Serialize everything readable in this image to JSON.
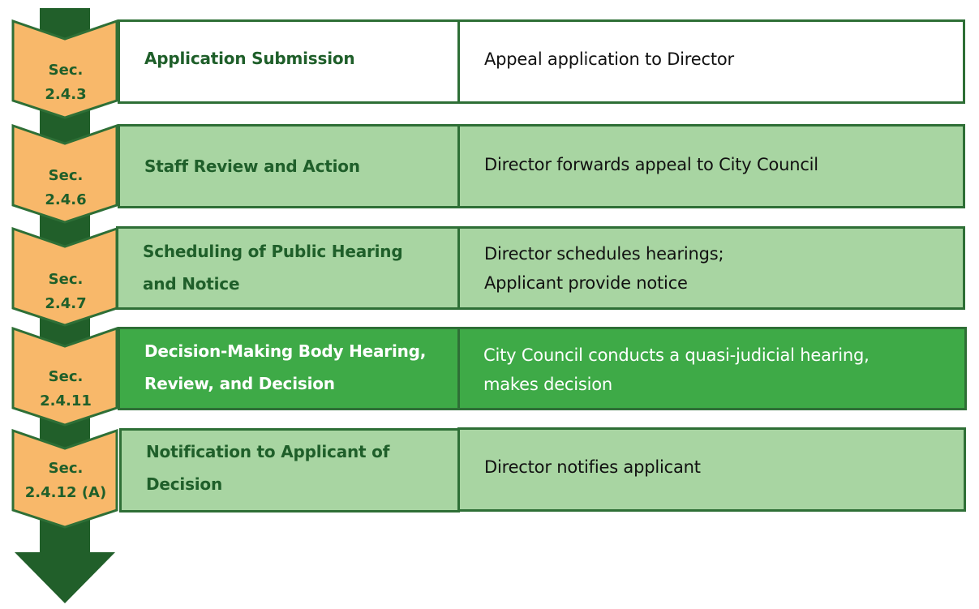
{
  "colors": {
    "chevron_fill": "#f8b86a",
    "chevron_border": "#2e6f36",
    "spine": "#215f2a",
    "box_border": "#2e6f36",
    "light_green": "#a8d5a2",
    "dark_green": "#3eaa47",
    "white": "#ffffff",
    "step_text": "#1f5f2a",
    "desc_text": "#111111"
  },
  "steps": [
    {
      "sec_line1": "Sec.",
      "sec_line2": "2.4.3",
      "title_line1": "Application Submission",
      "title_line2": "",
      "desc_line1": "Appeal application to Director",
      "desc_line2": "",
      "style": "white"
    },
    {
      "sec_line1": "Sec.",
      "sec_line2": "2.4.6",
      "title_line1": "Staff Review and Action",
      "title_line2": "",
      "desc_line1": "Director forwards appeal to City Council",
      "desc_line2": "",
      "style": "light"
    },
    {
      "sec_line1": "Sec.",
      "sec_line2": "2.4.7",
      "title_line1": "Scheduling of Public Hearing",
      "title_line2": "and Notice",
      "desc_line1": "Director schedules hearings;",
      "desc_line2": "Applicant provide notice",
      "style": "light"
    },
    {
      "sec_line1": "Sec.",
      "sec_line2": "2.4.11",
      "title_line1": "Decision-Making Body Hearing,",
      "title_line2": "Review, and Decision",
      "desc_line1": "City Council conducts a quasi-judicial hearing,",
      "desc_line2": "makes decision",
      "style": "dark"
    },
    {
      "sec_line1": "Sec.",
      "sec_line2": "2.4.12 (A)",
      "title_line1": "Notification to Applicant of",
      "title_line2": "Decision",
      "desc_line1": "Director notifies applicant",
      "desc_line2": "",
      "style": "light"
    }
  ]
}
